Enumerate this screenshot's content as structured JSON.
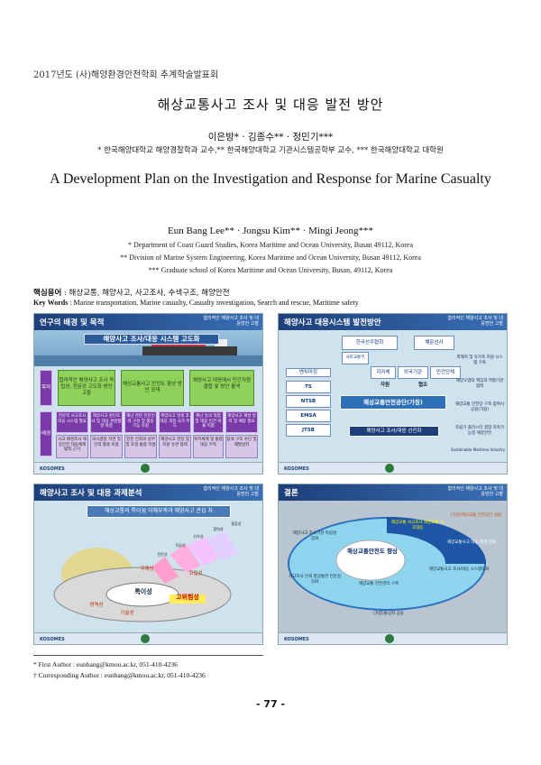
{
  "header": {
    "conference": "2017년도 (사)해양환경안전학회 추계학술발표회"
  },
  "title_ko": "해상교통사고 조사 및 대응 발전 방안",
  "authors_ko": "이은방* · 김종수** · 정민기***",
  "affiliations_ko": "* 한국해양대학교 해양경찰학과 교수,** 한국해양대학교 기관시스템공학부 교수, *** 한국해양대학교 대학원",
  "title_en": "A Development Plan on the Investigation and Response for Marine Casualty",
  "authors_en": "Eun Bang Lee** · Jongsu Kim** · Mingi Jeong***",
  "affiliations_en": [
    "* Department of Coast Guard Studies, Korea Maritime and Ocean University, Busan 49112, Korea",
    "** Division of Marine System Engineering, Korea Maritime and Ocean University, Busan 49112, Korea",
    "*** Graduate school of Korea Maritime and Ocean University, Busan, 49112, Korea"
  ],
  "keywords": {
    "ko_label": "핵심용어",
    "ko_text": ": 해상교통, 해양사고, 사고조사, 수색구조, 해양안전",
    "en_label": "Key Words",
    "en_text": ": Marine transportation, Marine casualty, Casualty investigation, Search and rescue, Maritime safety"
  },
  "slides": {
    "common_sub": "합리적인 해양사고 조사 및 대응방안 고찰",
    "footer_logo": "KOSOMES",
    "s1": {
      "title": "연구의 배경 및 목적",
      "banner": "해양사고 조사/대응 시스템 고도화",
      "side1": "목적",
      "side2": "배경",
      "goals": [
        "합리적인 해양사고 조사 독립성, 전문성 고도화 방안 고찰",
        "해상교통사고 안전도 향상 방안 모색",
        "해양사고 대응에서 민간자원 결합 및 방안 활색"
      ],
      "backgrounds": [
        "전문적 사고조사 대응 시스템 필요",
        "해양사고 원인조사 및 대응 관련법령 복잡",
        "해난 관련 전문인력 구성 및 활용 기능 조정",
        "해양사고 발생 후 대응 과정 국가 주도",
        "재난 등의 적합 및 대응 민간 비율 미흡",
        "해양사고 재발 방지 및 예방 필요"
      ],
      "backgrounds2": [
        "사고 배경조사 해양안전 대응체계 법적 근거",
        "의사결정 지연 및 인력 활용 미흡",
        "전문 인력의 실무 및 조정 통합 미흡",
        "해양사고 현장 및 지원 유관 협력",
        "복지체계 및 통합 대응 부족",
        "탐색 구조 수단 및 재발방지"
      ]
    },
    "s2": {
      "title": "해양사고 대응시스템 발전방안",
      "org1": "한국선주협회",
      "org2": "해운선사",
      "gov": "국토교통부",
      "roles": [
        "지자체",
        "외국기관",
        "민간단체"
      ],
      "left_orgs": [
        "벤치마킹",
        "TS",
        "NTSB",
        "EMSA",
        "JTSB"
      ],
      "arrows": [
        "자원",
        "협조"
      ],
      "center": "해상교통안전공단(가칭)",
      "bottom": "해양사고 조사/대응 선진화",
      "right": [
        "피해저 및 유가족 지원 시스템 구축",
        "해양오염대 책임과 역할기관 협력",
        "해양교통 안전망 구축 참여시공원(가칭)",
        "조립기 플러스터 결합 지속가능형 해양안전"
      ],
      "right_foot": "Sustainable Maritime Industry"
    },
    "s3": {
      "title": "해양사고 조사 및 대응 과제분석",
      "banner": "해상교통의 특이성 이해부족과 해양사고 관심 차",
      "center": "특이성",
      "labels": [
        "국제성",
        "고립성",
        "고위험성",
        "기술성",
        "영역성"
      ],
      "cards": [
        "전문성",
        "독립성",
        "신속성",
        "협력성",
        "통합성"
      ]
    },
    "s4": {
      "title": "결론",
      "center": "해상교통안전도 향상",
      "items": [
        "해양교통 사고조사 해양교통 사고대응",
        "(가칭)해상교통 안전공단 설립",
        "해양사고 조사기관 독립성 강화",
        "해양교통사고 대응 체계 강화",
        "사고조사 인력 향상통한 전문성 강화",
        "해양교통 안전관리 구축",
        "해양교통사고 조사/대응 시스템도화",
        "(가칭)통상자 공동"
      ]
    }
  },
  "footnotes": [
    "* First Author : eunbang@kmou.ac.kr, 051-410-4236",
    "† Corresponding Author : eunbang@kmou.ac.kr, 051-410-4236"
  ],
  "page_number": "- 77 -"
}
